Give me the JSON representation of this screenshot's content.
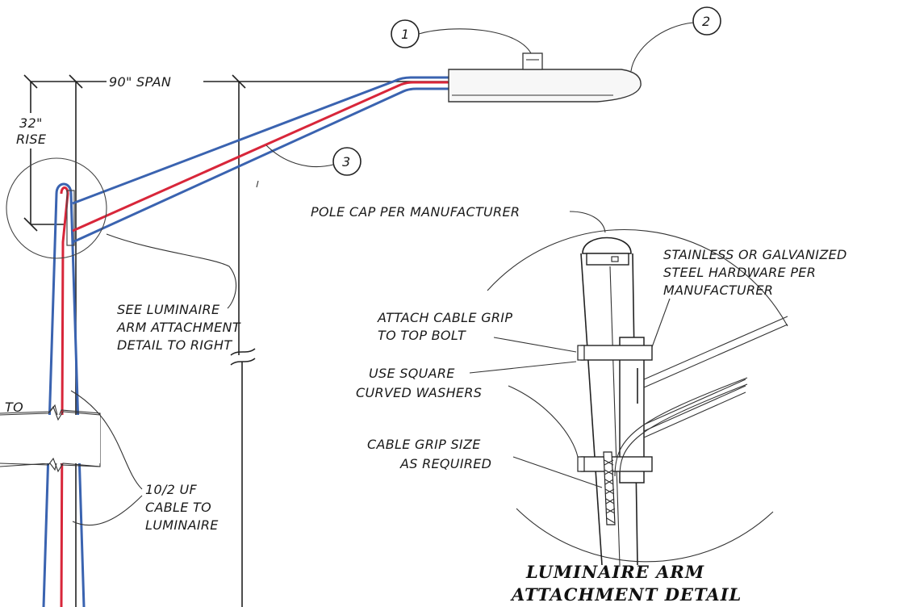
{
  "colors": {
    "cable_blue": "#3a63b0",
    "cable_red": "#d8263a",
    "line": "#222222"
  },
  "callouts": [
    "1",
    "2",
    "3"
  ],
  "dimensions": {
    "span": "90\" SPAN",
    "rise_value": "32\"",
    "rise_label": "RISE"
  },
  "labels": {
    "see_detail": [
      "SEE LUMINAIRE",
      "ARM ATTACHMENT",
      "DETAIL TO RIGHT"
    ],
    "to": "TO",
    "cable": [
      "10/2 UF",
      "CABLE TO",
      "LUMINAIRE"
    ],
    "pole_cap": "POLE CAP PER MANUFACTURER",
    "hardware": [
      "STAINLESS OR GALVANIZED",
      "STEEL HARDWARE PER",
      "MANUFACTURER"
    ],
    "attach_grip": [
      "ATTACH CABLE GRIP",
      "TO TOP BOLT"
    ],
    "washers": [
      "USE SQUARE",
      "CURVED WASHERS"
    ],
    "grip_size": [
      "CABLE GRIP SIZE",
      "AS REQUIRED"
    ]
  },
  "detail_title": [
    "LUMINAIRE ARM",
    "ATTACHMENT DETAIL"
  ]
}
